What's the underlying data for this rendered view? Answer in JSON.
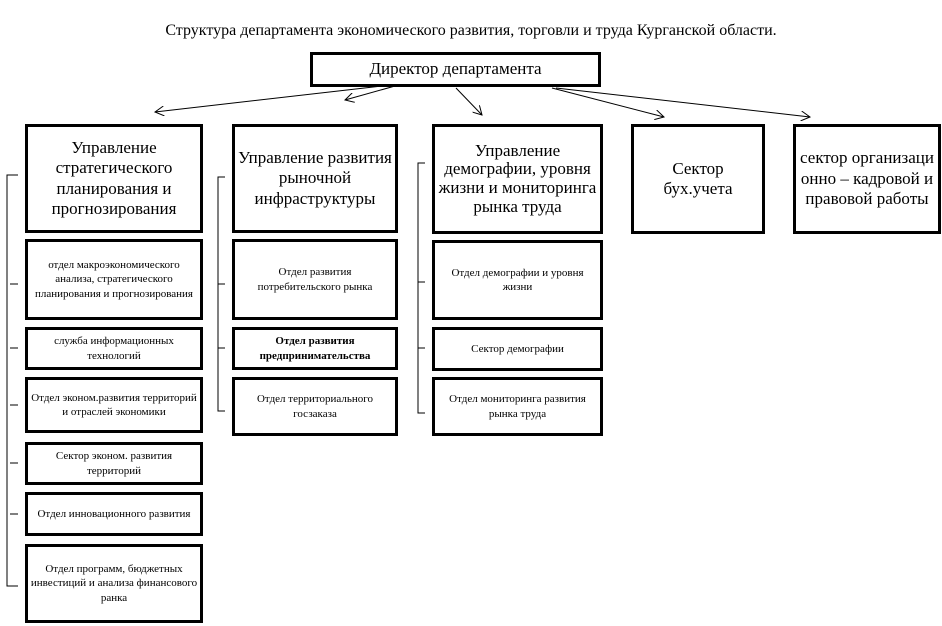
{
  "title": "Структура департамента экономического развития, торговли и труда Курганской области.",
  "director": "Директор департамента",
  "columns": [
    {
      "header": "Управление стратегического планирования и прогнозирования",
      "units": [
        "отдел макроэкономического анализа, стратегического планирования и прогнозирования",
        "служба информационных технологий",
        "Отдел эконом.развития территорий и отраслей экономики",
        "Сектор эконом. развития территорий",
        "Отдел инновационного развития",
        "Отдел программ, бюджетных инвестиций и анализа финансового ранка"
      ]
    },
    {
      "header": "Управление развития рыночной инфраструктуры",
      "units": [
        "Отдел развития потребительского рынка",
        "Отдел развития предпринимательства",
        "Отдел территориального госзаказа"
      ]
    },
    {
      "header": "Управление демографии, уровня жизни и мониторинга рынка труда",
      "units": [
        "Отдел демографии и уровня жизни",
        "Сектор демографии",
        "Отдел мониторинга развития рынка труда"
      ]
    }
  ],
  "sectors": [
    "Сектор бух.учета",
    "сектор организационно – кадровой и правовой работы"
  ]
}
